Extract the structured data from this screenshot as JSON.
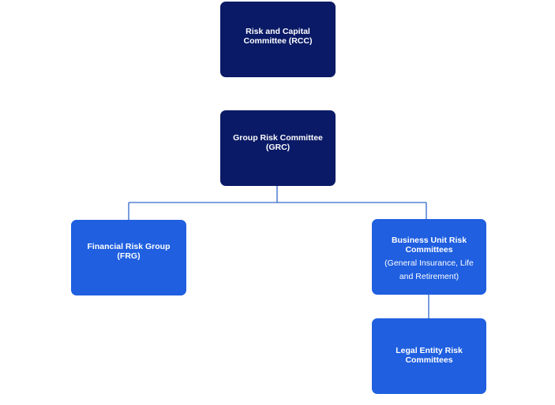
{
  "nodes": {
    "rcc": {
      "title": "Risk and Capital Committee (RCC)"
    },
    "grc": {
      "title": "Group Risk Committee (GRC)"
    },
    "frg": {
      "title": "Financial Risk Group (FRG)"
    },
    "bur": {
      "title": "Business Unit Risk Committees",
      "subtitle": "(General Insurance, Life and Retirement)"
    },
    "ler": {
      "title": "Legal Entity Risk Committees"
    }
  },
  "colors": {
    "dark_box": "#0a1a66",
    "bright_box": "#1f5fe0",
    "connector": "#3366cc"
  }
}
